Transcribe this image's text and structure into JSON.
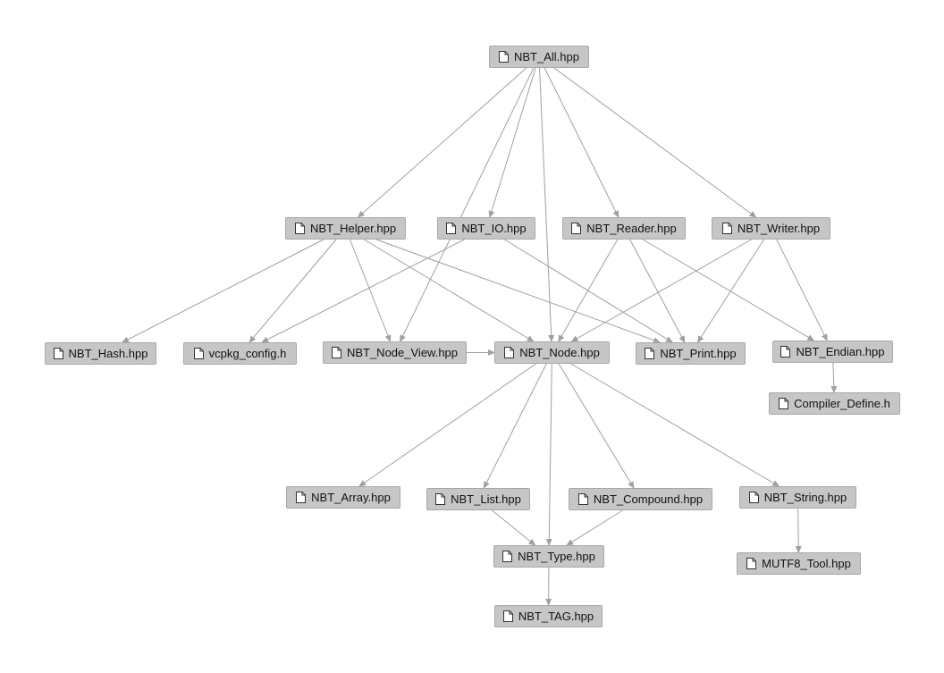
{
  "nodes": {
    "all": "NBT_All.hpp",
    "helper": "NBT_Helper.hpp",
    "io": "NBT_IO.hpp",
    "reader": "NBT_Reader.hpp",
    "writer": "NBT_Writer.hpp",
    "hash": "NBT_Hash.hpp",
    "vcpkg": "vcpkg_config.h",
    "nodeview": "NBT_Node_View.hpp",
    "node": "NBT_Node.hpp",
    "print": "NBT_Print.hpp",
    "endian": "NBT_Endian.hpp",
    "compiler": "Compiler_Define.h",
    "array": "NBT_Array.hpp",
    "list": "NBT_List.hpp",
    "compound": "NBT_Compound.hpp",
    "string": "NBT_String.hpp",
    "type": "NBT_Type.hpp",
    "mutf8": "MUTF8_Tool.hpp",
    "tag": "NBT_TAG.hpp"
  },
  "node_icon": "file-icon",
  "colors": {
    "node_fill": "#c6c6c6",
    "node_border": "#a8a8a8",
    "edge": "#a0a0a0"
  },
  "edges": [
    [
      "all",
      "helper"
    ],
    [
      "all",
      "nodeview"
    ],
    [
      "all",
      "io"
    ],
    [
      "all",
      "node"
    ],
    [
      "all",
      "reader"
    ],
    [
      "all",
      "writer"
    ],
    [
      "helper",
      "hash"
    ],
    [
      "helper",
      "vcpkg"
    ],
    [
      "helper",
      "nodeview"
    ],
    [
      "helper",
      "node"
    ],
    [
      "helper",
      "print"
    ],
    [
      "io",
      "vcpkg"
    ],
    [
      "io",
      "print"
    ],
    [
      "reader",
      "node"
    ],
    [
      "reader",
      "print"
    ],
    [
      "reader",
      "endian"
    ],
    [
      "writer",
      "node"
    ],
    [
      "writer",
      "print"
    ],
    [
      "writer",
      "endian"
    ],
    [
      "nodeview",
      "node"
    ],
    [
      "endian",
      "compiler"
    ],
    [
      "node",
      "array"
    ],
    [
      "node",
      "list"
    ],
    [
      "node",
      "type"
    ],
    [
      "node",
      "compound"
    ],
    [
      "node",
      "string"
    ],
    [
      "list",
      "type"
    ],
    [
      "compound",
      "type"
    ],
    [
      "string",
      "mutf8"
    ],
    [
      "type",
      "tag"
    ]
  ]
}
